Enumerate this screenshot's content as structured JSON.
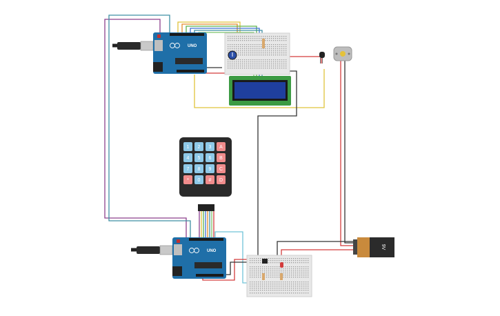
{
  "canvas": {
    "background": "#ffffff"
  },
  "arduino_top": {
    "brand": "UNO",
    "board_color": "#1f6fa8"
  },
  "arduino_bottom": {
    "brand": "UNO",
    "board_color": "#1f6fa8"
  },
  "keypad": {
    "keys": [
      [
        "1",
        "2",
        "3",
        "A"
      ],
      [
        "4",
        "5",
        "6",
        "B"
      ],
      [
        "7",
        "8",
        "9",
        "C"
      ],
      [
        "*",
        "0",
        "#",
        "D"
      ]
    ],
    "colors": {
      "number": "#8ec9e8",
      "letter": "#f08c8c",
      "star": "#f08c8c",
      "hash": "#f08c8c"
    }
  },
  "battery": {
    "label": "9V",
    "body_color": "#2b2b2b",
    "cap_color": "#c98a3c"
  },
  "lcd": {
    "screen_color": "#1f3f9e",
    "bezel_color": "#3c9b43"
  },
  "wire_colors": {
    "purple": "#8c3f8c",
    "teal": "#3e8fa3",
    "yellow": "#e0c43a",
    "black": "#333333",
    "red": "#d33b3b",
    "green": "#5bb04a",
    "orange": "#e38b2b",
    "blue": "#3b6fd3",
    "lightblue": "#6fc3d8"
  }
}
